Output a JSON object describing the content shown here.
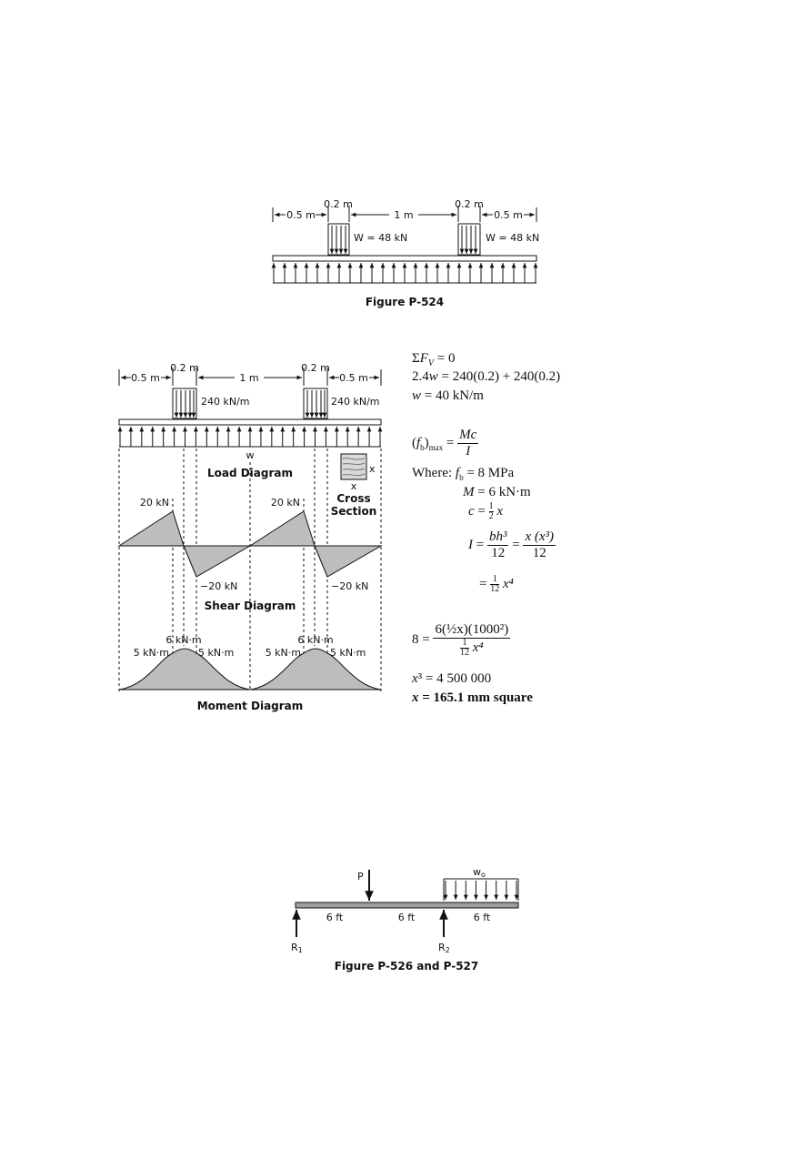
{
  "fig524": {
    "caption": "Figure P-524",
    "dim_left": "0.5 m",
    "dim_load1": "0.2 m",
    "dim_mid": "1 m",
    "dim_load2": "0.2 m",
    "dim_right": "0.5 m",
    "load1": "W = 48 kN",
    "load2": "W = 48 kN"
  },
  "diagram": {
    "dim_left": "0.5 m",
    "dim_load1": "0.2 m",
    "dim_mid": "1 m",
    "dim_load2": "0.2 m",
    "dim_right": "0.5 m",
    "load1": "240 kN/m",
    "load2": "240 kN/m",
    "w_label": "w",
    "load_title": "Load Diagram",
    "cs_x1": "x",
    "cs_x2": "x",
    "cs_title1": "Cross",
    "cs_title2": "Section",
    "shear_pos1": "20 kN",
    "shear_pos2": "20 kN",
    "shear_neg1": "−20 kN",
    "shear_neg2": "−20 kN",
    "shear_title": "Shear Diagram",
    "m_peak1": "6 kN·m",
    "m_peak2": "6 kN·m",
    "m_l1": "5 kN·m",
    "m_r1": "5 kN·m",
    "m_l2": "5 kN·m",
    "m_r2": "5 kN·m",
    "moment_title": "Moment Diagram"
  },
  "solution": {
    "l1_a": "Σ",
    "l1_b": "F",
    "l1_c": "V",
    "l1_d": " = 0",
    "l2_a": "2.4",
    "l2_b": "w",
    "l2_c": " = 240(0.2) + 240(0.2)",
    "l3_a": "w",
    "l3_b": " = 40 kN/m",
    "fb_lhs_a": "(",
    "fb_lhs_b": "f",
    "fb_lhs_c": "b",
    "fb_lhs_d": ")",
    "fb_lhs_e": "max",
    "fb_eq": " = ",
    "fb_num": "Mc",
    "fb_den": "I",
    "where": "Where: ",
    "fb_sym": "f",
    "fb_sub": "b",
    "fb_val": " = 8 MPa",
    "M_sym": "M",
    "M_val": " = 6 kN·m",
    "c_sym": "c",
    "c_eq": " = ",
    "c_num": "1",
    "c_den": "2",
    "c_x": "x",
    "I_sym": "I",
    "I_eq": " = ",
    "I_num": "bh³",
    "I_den": "12",
    "I_eq2": " = ",
    "I_num2": "x (x³)",
    "I_den2": "12",
    "I3_eq": "= ",
    "I3_num": "1",
    "I3_den": "12",
    "I3_x": "x⁴",
    "eq8_lhs": "8 = ",
    "eq8_num": "6(½x)(1000²)",
    "eq8_den_num": "1",
    "eq8_den_den": "12",
    "eq8_den_x": "x⁴",
    "x3_a": "x",
    "x3_b": "³ = 4 500 000",
    "ans_a": "x",
    "ans_b": " = 165.1 mm square"
  },
  "fig526": {
    "caption": "Figure P-526 and P-527",
    "P": "P",
    "wo": "w",
    "wo_sub": "o",
    "seg1": "6 ft",
    "seg2": "6 ft",
    "seg3": "6 ft",
    "R1": "R",
    "R1_sub": "1",
    "R2": "R",
    "R2_sub": "2"
  }
}
